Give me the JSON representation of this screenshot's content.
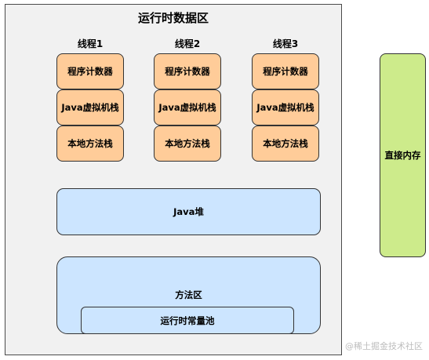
{
  "title": "运行时数据区",
  "threads": [
    {
      "label": "线程1",
      "pc": "程序计数器",
      "jvm_stack": "Java虚拟机栈",
      "native_stack": "本地方法栈"
    },
    {
      "label": "线程2",
      "pc": "程序计数器",
      "jvm_stack": "Java虚拟机栈",
      "native_stack": "本地方法栈"
    },
    {
      "label": "线程3",
      "pc": "程序计数器",
      "jvm_stack": "Java虚拟机栈",
      "native_stack": "本地方法栈"
    }
  ],
  "heap": "Java堆",
  "method_area": "方法区",
  "constant_pool": "运行时常量池",
  "direct_memory": "直接内存",
  "watermark": "@稀土掘金技术社区",
  "colors": {
    "thread_box": "#ffcc99",
    "shared_box": "#cce5ff",
    "direct_memory": "#cdeb8b",
    "runtime_bg": "#f1f1f1"
  }
}
